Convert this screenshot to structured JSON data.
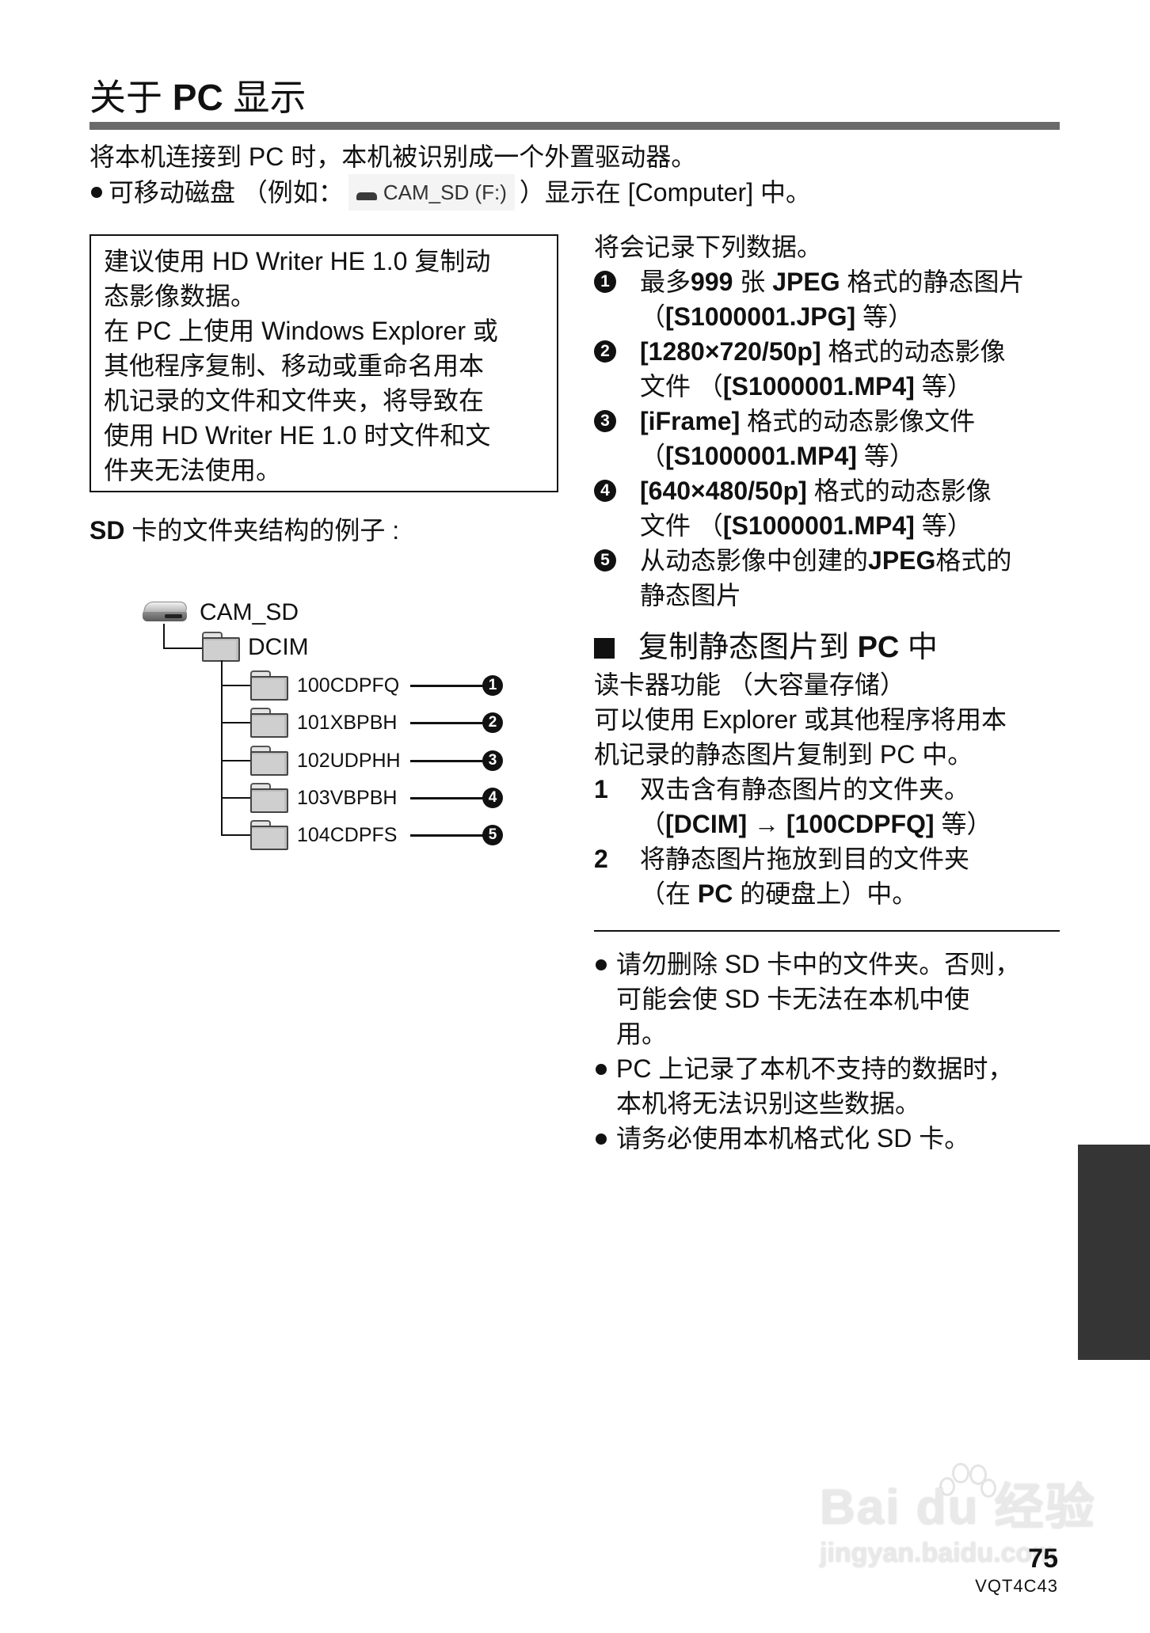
{
  "page": {
    "title_parts": [
      "关于 ",
      "PC",
      " 显示"
    ],
    "intro_line1": "将本机连接到 PC 时，本机被识别成一个外置驱动器。",
    "intro_line2_before": "可移动磁盘 （例如：",
    "intro_drive_label": "CAM_SD (F:)",
    "intro_line2_after": "）显示在 [Computer] 中。"
  },
  "note_box": {
    "lines": [
      "建议使用 HD Writer HE 1.0 复制动",
      "态影像数据。",
      "在 PC 上使用 Windows Explorer 或",
      "其他程序复制、移动或重命名用本",
      "机记录的文件和文件夹，将导致在",
      "使用 HD Writer HE 1.0 时文件和文",
      "件夹无法使用。"
    ]
  },
  "tree": {
    "heading_bold": "SD",
    "heading_rest": " 卡的文件夹结构的例子 :",
    "drive": "CAM_SD",
    "root_folder": "DCIM",
    "folders": [
      {
        "name": "100CDPFQ",
        "marker": "1"
      },
      {
        "name": "101XBPBH",
        "marker": "2"
      },
      {
        "name": "102UDPHH",
        "marker": "3"
      },
      {
        "name": "103VBPBH",
        "marker": "4"
      },
      {
        "name": "104CDPFS",
        "marker": "5"
      }
    ]
  },
  "recorded_data": {
    "intro": "将会记录下列数据。",
    "items": [
      {
        "marker": "1",
        "line1_a": "最多",
        "line1_b": "999",
        "line1_c": " 张 ",
        "line1_d": "JPEG",
        "line1_e": " 格式的静态图片",
        "line2_a": "（",
        "line2_b": "[S1000001.JPG]",
        "line2_c": " 等）"
      },
      {
        "marker": "2",
        "line1_a": "",
        "line1_b": "[1280×720/50p]",
        "line1_c": " 格式的动态影像",
        "line1_d": "",
        "line1_e": "",
        "line2_a": "文件 （",
        "line2_b": "[S1000001.MP4]",
        "line2_c": " 等）"
      },
      {
        "marker": "3",
        "line1_a": "",
        "line1_b": "[iFrame]",
        "line1_c": " 格式的动态影像文件",
        "line1_d": "",
        "line1_e": "",
        "line2_a": "（",
        "line2_b": "[S1000001.MP4]",
        "line2_c": " 等）"
      },
      {
        "marker": "4",
        "line1_a": "",
        "line1_b": "[640×480/50p]",
        "line1_c": " 格式的动态影像",
        "line1_d": "",
        "line1_e": "",
        "line2_a": "文件 （",
        "line2_b": "[S1000001.MP4]",
        "line2_c": " 等）"
      },
      {
        "marker": "5",
        "line1_a": "从动态影像中创建的",
        "line1_b": "",
        "line1_c": "",
        "line1_d": "JPEG",
        "line1_e": "格式的",
        "line2_a": "静态图片",
        "line2_b": "",
        "line2_c": ""
      }
    ]
  },
  "copy_section": {
    "heading_a": "复制静态图片到 ",
    "heading_b": "PC",
    "heading_c": " 中",
    "sub_heading": "读卡器功能 （大容量存储）",
    "desc_line1": "可以使用 Explorer 或其他程序将用本",
    "desc_line2": "机记录的静态图片复制到 PC 中。",
    "steps": [
      {
        "num": "1",
        "line1": "双击含有静态图片的文件夹。",
        "line2_a": "（",
        "line2_b": "[DCIM]",
        "line2_c": " → ",
        "line2_d": "[100CDPFQ]",
        "line2_e": " 等）"
      },
      {
        "num": "2",
        "line1": "将静态图片拖放到目的文件夹",
        "line2_a": "（在 ",
        "line2_b": "PC",
        "line2_c": " 的硬盘上）中。",
        "line2_d": "",
        "line2_e": ""
      }
    ]
  },
  "notes": [
    {
      "lines": [
        "请勿删除 SD 卡中的文件夹。否则，",
        "可能会使 SD 卡无法在本机中使",
        "用。"
      ]
    },
    {
      "lines": [
        "PC 上记录了本机不支持的数据时，",
        "本机将无法识别这些数据。"
      ]
    },
    {
      "lines": [
        "请务必使用本机格式化 SD 卡。"
      ]
    }
  ],
  "footer": {
    "page_number": "75",
    "doc_code": "VQT4C43",
    "watermark_logo": "Bai du 经验",
    "watermark_url": "jingyan.baidu.com"
  },
  "colors": {
    "title_bar": "#6a6a6a",
    "side_tab": "#353535",
    "text": "#111111"
  }
}
